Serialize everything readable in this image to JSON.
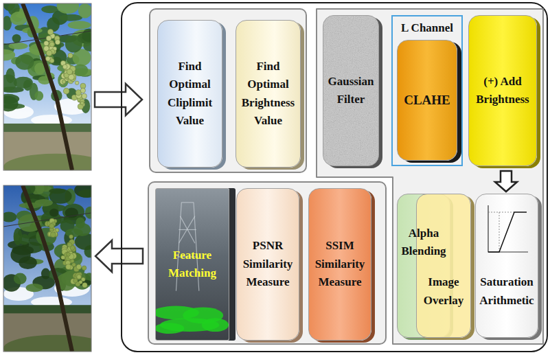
{
  "diagram": {
    "nodes": [
      {
        "text": []
      },
      {
        "text": [],
        "in": 0
      },
      {
        "text": [
          "Find Optimal Cliplimit Value"
        ],
        "in": 1
      },
      {
        "text": [
          "Find Optimal Brightness Value"
        ],
        "in": 1
      },
      {
        "text": [],
        "in": 0
      },
      {
        "text": [
          "Gaussian Filter"
        ],
        "in": 4
      },
      {
        "text": [
          "L Channel"
        ],
        "in": 4
      },
      {
        "text": [
          "CLAHE"
        ],
        "in": 6
      },
      {
        "text": [
          "(+) Add Brightness"
        ],
        "in": 4
      },
      {
        "text": [
          "Alpha Blending"
        ],
        "in": 4
      },
      {
        "text": [
          "Image Overlay"
        ],
        "in": 4
      },
      {
        "text": [
          "Saturation Arithmetic"
        ],
        "in": 4
      },
      {
        "text": [],
        "in": 0
      },
      {
        "text": [
          "Feature Matching"
        ],
        "in": 12
      },
      {
        "text": [
          "PSNR Similarity Measure"
        ],
        "in": 12
      },
      {
        "text": [
          "SSIM Similarity Measure"
        ],
        "in": 12
      }
    ],
    "edges": [
      {
        "from": 8,
        "to": 11,
        "arrow": "to"
      }
    ]
  }
}
